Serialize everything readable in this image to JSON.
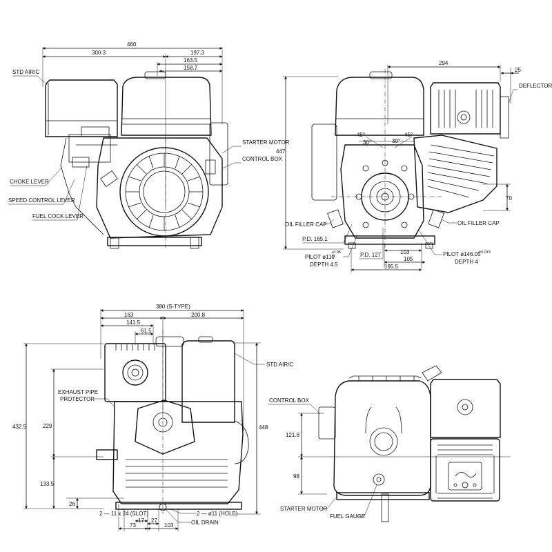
{
  "views": {
    "front": {
      "dims": {
        "overall_width": "460",
        "left_width": "300.3",
        "right_width": "197.3",
        "w163": "163.5",
        "w158": "158.7"
      },
      "labels": {
        "std_air_c": "STD AIR/C",
        "starter_motor": "STARTER MOTOR",
        "control_box": "CONTROL BOX",
        "choke_lever": "CHOKE LEVER",
        "speed_control_lever": "SPEED CONTROL LEVER",
        "fuel_cock_lever": "FUEL COCK LEVER"
      }
    },
    "side": {
      "dims": {
        "width294": "294",
        "d25": "25",
        "h447": "447",
        "h70": "70",
        "a45l": "45°",
        "a45r": "45°",
        "a30l": "30°",
        "a30r": "30°",
        "pd165": "P.D. 165.1",
        "pd127": "P.D. 127",
        "d103": "103",
        "d105": "105",
        "d195": "195.5",
        "pilot_left": "PILOT ø110",
        "pilot_left_tol_top": "+0.05",
        "pilot_left_tol_bot": "0",
        "depth_left": "DEPTH 4.5",
        "pilot_right": "PILOT ø146.05",
        "pilot_right_tol": "±0.013",
        "depth_right": "DEPTH 4"
      },
      "labels": {
        "deflector": "DEFLECTOR",
        "oil_filler_cap_left": "OIL FILLER CAP",
        "oil_filler_cap_right": "OIL FILLER CAP"
      }
    },
    "bottom_left": {
      "dims": {
        "w380": "380 (S-TYPE)",
        "w163": "163",
        "w200": "200.8",
        "w141": "141.5",
        "w61": "61.5",
        "h432": "432.5",
        "h229": "229",
        "h133": "133.5",
        "h26": "26",
        "h448": "448",
        "slot": "2 — 11 x 24 (SLOT)",
        "hole": "2 — ø11 (HOLE)",
        "d17": "17",
        "d27": "27",
        "d73": "73",
        "d103": "103"
      },
      "labels": {
        "exhaust_pipe_protector_1": "EXHAUST PIPE",
        "exhaust_pipe_protector_2": "PROTECTOR",
        "std_air_c": "STD AIR/C",
        "oil_drain": "OIL DRAIN"
      }
    },
    "bottom_right": {
      "dims": {
        "h121": "121.8",
        "h98": "98"
      },
      "labels": {
        "control_box": "CONTROL BOX",
        "starter_motor": "STARTER MOTOR",
        "fuel_gauge": "FUEL GAUGE"
      }
    }
  }
}
